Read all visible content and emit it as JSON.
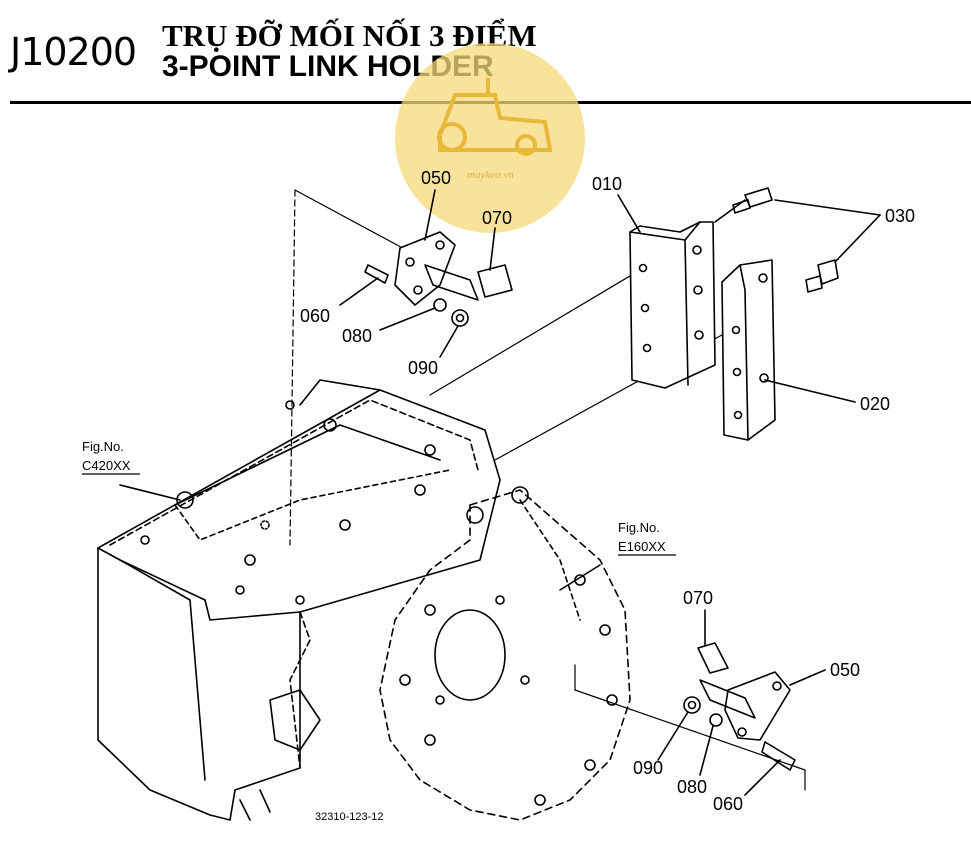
{
  "header": {
    "code": "J10200",
    "title_vi": "TRỤ ĐỠ MỐI NỐI 3 ĐIỂM",
    "title_en": "3-POINT LINK HOLDER"
  },
  "watermark": {
    "text": "maykeo.vn",
    "color": "#f7d97a"
  },
  "parts": {
    "p010": "010",
    "p020": "020",
    "p030": "030",
    "p050_top": "050",
    "p060_top": "060",
    "p070_top": "070",
    "p080_top": "080",
    "p090_top": "090",
    "p050_bottom": "050",
    "p060_bottom": "060",
    "p070_bottom": "070",
    "p080_bottom": "080",
    "p090_bottom": "090"
  },
  "fig_refs": {
    "c420_label": "Fig.No.",
    "c420_code": "C420XX",
    "e160_label": "Fig.No.",
    "e160_code": "E160XX"
  },
  "footer": {
    "drawing_number": "32310-123-12"
  }
}
